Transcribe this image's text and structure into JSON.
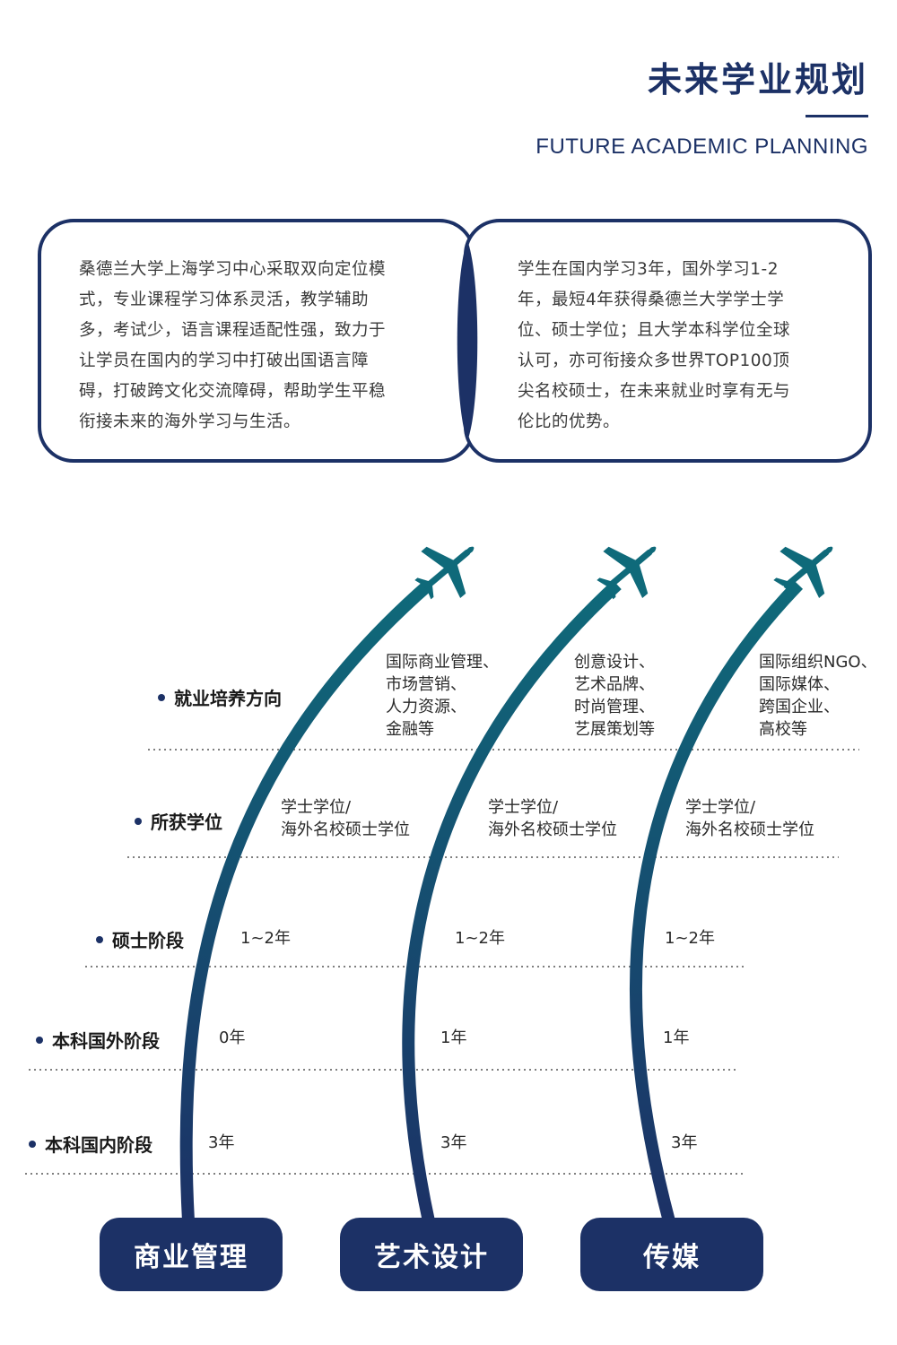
{
  "header": {
    "title": "未来学业规划",
    "subtitle": "FUTURE ACADEMIC PLANNING"
  },
  "intro": {
    "left_lines": [
      "桑德兰大学上海学习中心采取双向定位模",
      "式，专业课程学习体系灵活，教学辅助",
      "多，考试少，语言课程适配性强，致力于",
      "让学员在国内的学习中打破出国语言障",
      "碍，打破跨文化交流障碍，帮助学生平稳",
      "衔接未来的海外学习与生活。"
    ],
    "right_lines": [
      "学生在国内学习3年，国外学习1-2",
      "年，最短4年获得桑德兰大学学士学",
      "位、硕士学位；且大学本科学位全球",
      "认可，亦可衔接众多世界TOP100顶",
      "尖名校硕士，在未来就业时享有无与",
      "伦比的优势。"
    ]
  },
  "rows": {
    "career": "就业培养方向",
    "degree": "所获学位",
    "master": "硕士阶段",
    "overseas": "本科国外阶段",
    "domestic": "本科国内阶段"
  },
  "tracks": [
    {
      "name": "商业管理",
      "career": [
        "国际商业管理、",
        "市场营销、",
        "人力资源、",
        "金融等"
      ],
      "degree": [
        "学士学位/",
        "海外名校硕士学位"
      ],
      "master": "1~2年",
      "overseas": "0年",
      "domestic": "3年"
    },
    {
      "name": "艺术设计",
      "career": [
        "创意设计、",
        "艺术品牌、",
        "时尚管理、",
        "艺展策划等"
      ],
      "degree": [
        "学士学位/",
        "海外名校硕士学位"
      ],
      "master": "1~2年",
      "overseas": "1年",
      "domestic": "3年"
    },
    {
      "name": "传媒",
      "career": [
        "国际组织NGO、",
        "国际媒体、",
        "跨国企业、",
        "高校等"
      ],
      "degree": [
        "学士学位/",
        "海外名校硕士学位"
      ],
      "master": "1~2年",
      "overseas": "1年",
      "domestic": "3年"
    }
  ],
  "icons": {
    "plane": "airplane-icon"
  },
  "colors": {
    "navy": "#1c3166",
    "teal": "#0f6a7a"
  }
}
